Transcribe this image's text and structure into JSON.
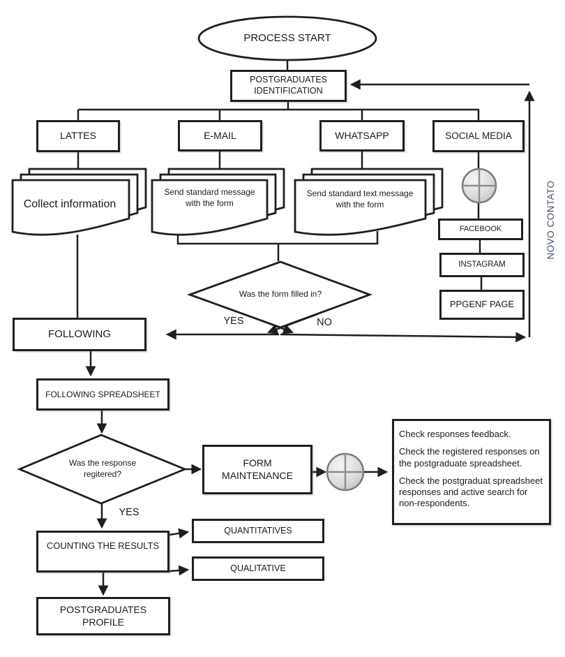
{
  "colors": {
    "line": "#1f1f1f",
    "loop_label": "#44546a",
    "connector_fill": "#d9d9d9",
    "connector_stroke": "#7a7a7a"
  },
  "flowchart": {
    "start_label": "PROCESS START",
    "identification_label": "POSTGRADUATES IDENTIFICATION",
    "channels": {
      "lattes": "LATTES",
      "email": "E-MAIL",
      "whatsapp": "WHATSAPP",
      "social": "SOCIAL MEDIA"
    },
    "documents": {
      "lattes": "Collect information",
      "email": "Send standard message with the form",
      "whatsapp": "Send standard text message with the form"
    },
    "social_pages": {
      "facebook": "FACEBOOK",
      "instagram": "INSTAGRAM",
      "ppgenf": "PPGENF PAGE"
    },
    "decision_form": {
      "question": "Was the form filled in?",
      "yes": "YES",
      "no": "NO"
    },
    "loop_label": "NOVO CONTATO",
    "following_label": "FOLLOWING",
    "spreadsheet_label": "FOLLOWING SPREADSHEET",
    "decision_response": {
      "question": "Was the response regitered?",
      "yes": "YES"
    },
    "maintenance_label": "FORM MAINTENANCE",
    "note_lines": {
      "l1": "Check responses feedback.",
      "l2": "Check the registered responses on the postgraduate spreadsheet.",
      "l3": "Check the postgraduat spreadsheet responses and active search for non-respondents."
    },
    "counting_label": "COUNTING THE RESULTS",
    "outputs": {
      "quantitative": "QUANTITATIVES",
      "qualitative": "QUALITATIVE"
    },
    "profile_label": "POSTGRADUATES PROFILE"
  }
}
